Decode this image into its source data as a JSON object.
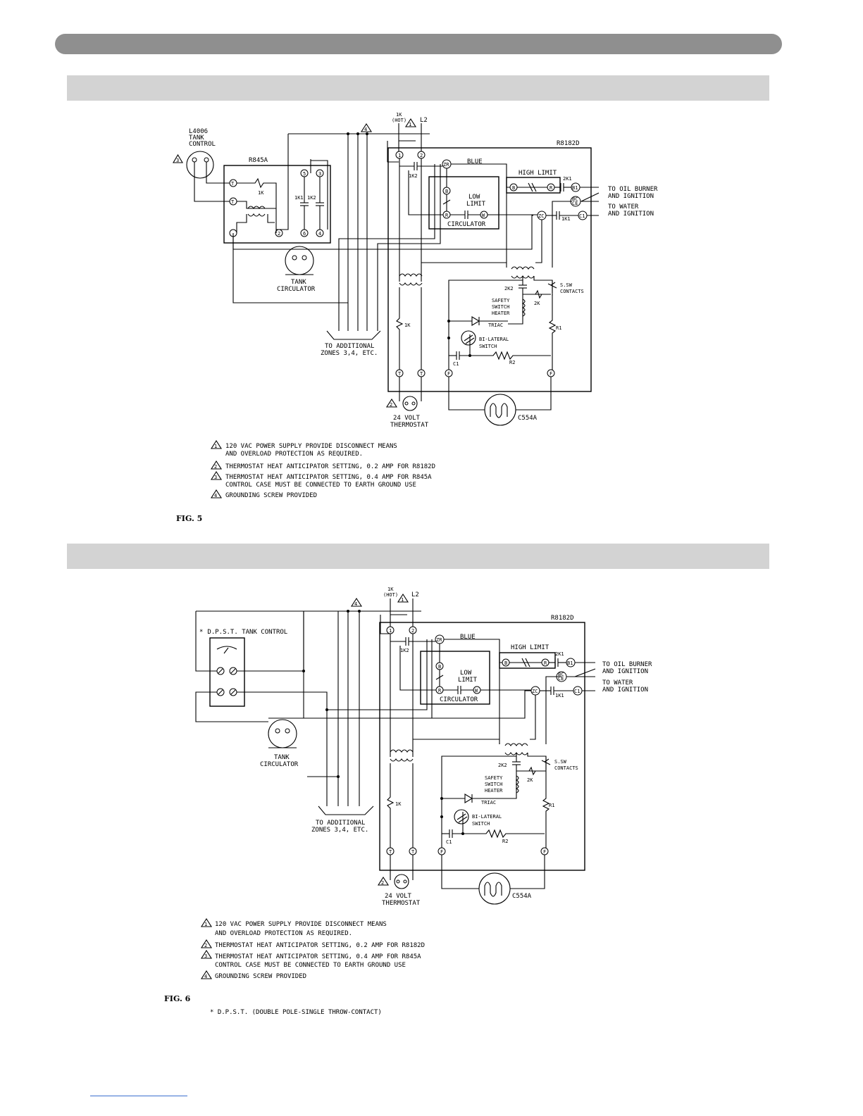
{
  "fig5": {
    "tank_control": [
      "L4006",
      "TANK",
      "CONTROL"
    ],
    "r845a": "R845A",
    "r8182d": "R8182D",
    "hot": [
      "1K",
      "(HOT)"
    ],
    "l2": "L2",
    "coil_1k": "1K",
    "contact_1k1": "1K1",
    "contact_1k2": "1K2",
    "blue": "BLUE",
    "high_limit": "HIGH LIMIT",
    "low_limit": [
      "LOW",
      "LIMIT"
    ],
    "circulator": "CIRCULATOR",
    "tank_circulator": [
      "TANK",
      "CIRCULATOR"
    ],
    "to_oil_burner": [
      "TO OIL BURNER",
      "AND IGNITION"
    ],
    "to_water": [
      "TO WATER",
      "AND IGNITION"
    ],
    "k2_contact": "2K2",
    "k2": "2K",
    "k1_contact": "2K1",
    "ssw": [
      "S.SW",
      "CONTACTS"
    ],
    "safety": [
      "SAFETY",
      "SWITCH",
      "HEATER"
    ],
    "triac": "TRIAC",
    "bilateral": [
      "BI-LATERAL",
      "SWITCH"
    ],
    "r1": "R1",
    "r2": "R2",
    "c1": "C1",
    "additional_zones": [
      "TO ADDITIONAL",
      "ZONES 3,4, ETC."
    ],
    "thermostat": [
      "24 VOLT",
      "THERMOSTAT"
    ],
    "c554a": "C554A",
    "terminals": {
      "t1": "1",
      "t2": "2",
      "t3": "3",
      "t4": "4",
      "t5": "5",
      "t6": "6",
      "T": "T",
      "F": "F",
      "ZR": "ZR",
      "B": "B",
      "R": "R",
      "W": "W",
      "ZC": "ZC",
      "B1": "B1",
      "C1": "C1",
      "BC": "BC",
      "CE": "CE"
    },
    "notes": [
      "120 VAC POWER SUPPLY PROVIDE DISCONNECT MEANS",
      "AND OVERLOAD PROTECTION AS REQUIRED.",
      "THERMOSTAT HEAT ANTICIPATOR SETTING, 0.2 AMP FOR R8182D",
      "THERMOSTAT HEAT ANTICIPATOR SETTING, 0.4 AMP FOR R845A",
      "CONTROL CASE MUST BE CONNECTED TO EARTH GROUND USE",
      "GROUNDING SCREW PROVIDED"
    ],
    "markers": {
      "m1": "1",
      "m2": "2",
      "m3": "3",
      "m4": "4"
    },
    "caption": "FIG. 5"
  },
  "fig6": {
    "dpst": "D.P.S.T. TANK CONTROL",
    "star": "*",
    "r8182d": "R8182D",
    "hot": [
      "1K",
      "(HOT)"
    ],
    "l2": "L2",
    "coil_1k": "1K",
    "contact_1k1": "1K1",
    "contact_1k2": "1K2",
    "blue": "BLUE",
    "high_limit": "HIGH LIMIT",
    "low_limit": [
      "LOW",
      "LIMIT"
    ],
    "circulator": "CIRCULATOR",
    "tank_circulator": [
      "TANK",
      "CIRCULATOR"
    ],
    "to_oil_burner": [
      "TO OIL BURNER",
      "AND IGNITION"
    ],
    "to_water": [
      "TO WATER",
      "AND IGNITION"
    ],
    "k2_contact": "2K2",
    "k2": "2K",
    "k1_contact": "2K1",
    "ssw": [
      "S.SW",
      "CONTACTS"
    ],
    "safety": [
      "SAFETY",
      "SWITCH",
      "HEATER"
    ],
    "triac": "TRIAC",
    "bilateral": [
      "BI-LATERAL",
      "SWITCH"
    ],
    "r1": "R1",
    "r2": "R2",
    "c1": "C1",
    "additional_zones": [
      "TO ADDITIONAL",
      "ZONES 3,4, ETC."
    ],
    "thermostat": [
      "24 VOLT",
      "THERMOSTAT"
    ],
    "c554a": "C554A",
    "terminals": {
      "t1": "1",
      "t2": "2",
      "T": "T",
      "F": "F",
      "ZR": "ZR",
      "B": "B",
      "R": "R",
      "W": "W",
      "ZC": "ZC",
      "B1": "B1",
      "C1": "C1",
      "BC": "BC",
      "CE": "CE"
    },
    "notes": [
      "120 VAC POWER SUPPLY PROVIDE DISCONNECT MEANS",
      "AND OVERLOAD PROTECTION AS REQUIRED.",
      "THERMOSTAT HEAT ANTICIPATOR SETTING, 0.2 AMP FOR R8182D",
      "THERMOSTAT HEAT ANTICIPATOR SETTING, 0.4 AMP FOR R845A",
      "CONTROL CASE MUST BE CONNECTED TO EARTH GROUND USE",
      "GROUNDING SCREW PROVIDED"
    ],
    "markers": {
      "m1": "1",
      "m2": "2",
      "m3": "3",
      "m4": "4"
    },
    "caption": "FIG. 6",
    "footnote": "* D.P.S.T. (DOUBLE POLE-SINGLE THROW-CONTACT)"
  }
}
